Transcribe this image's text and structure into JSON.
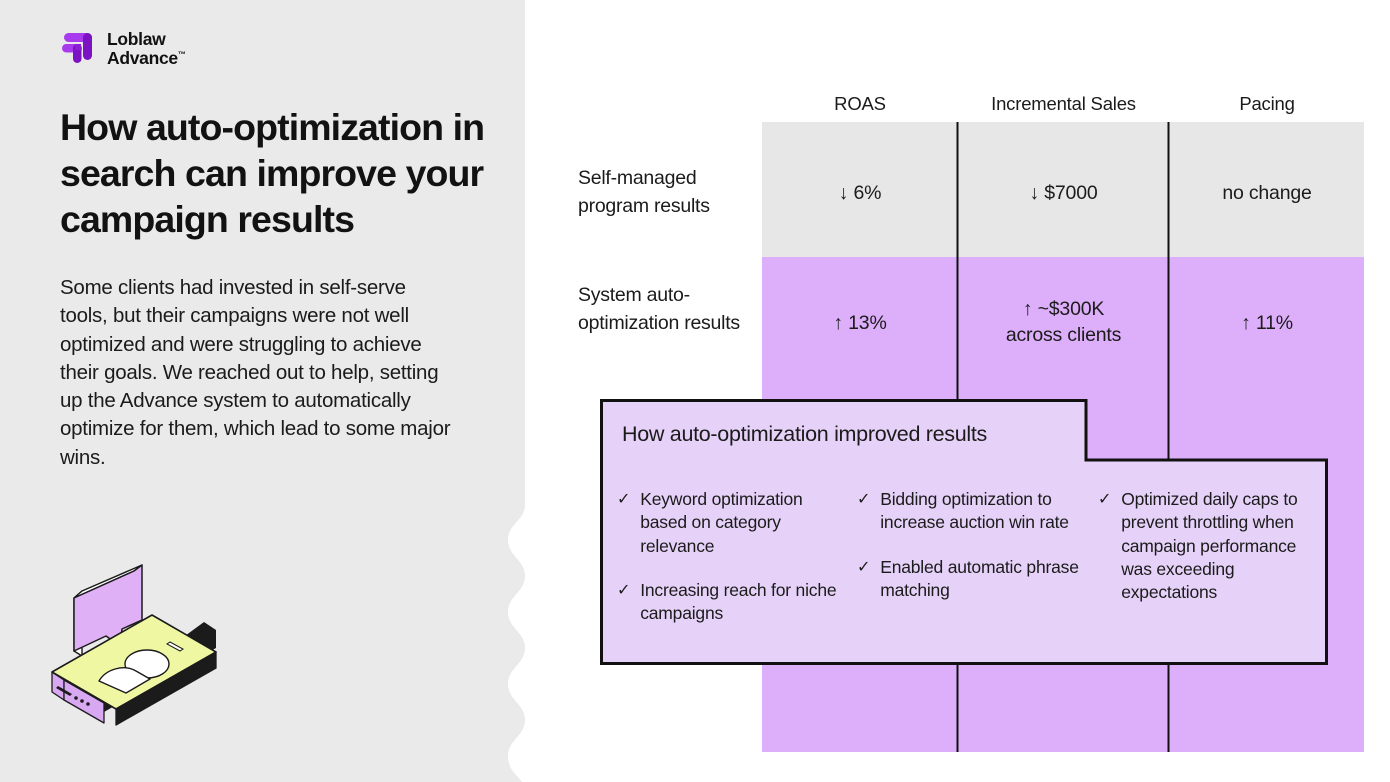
{
  "brand": {
    "logo_icon": "loblaw-advance-logo-mark",
    "name_line1": "Loblaw",
    "name_line2": "Advance",
    "trademark": "™",
    "purple_dark": "#8B20D6",
    "purple_mid": "#A93BEE",
    "purple_light": "#C06BF5"
  },
  "left": {
    "headline": "How auto-optimization in search can improve your campaign results",
    "body": "Some clients had invested in self-serve tools, but their campaigns were not well optimized and were struggling to achieve their goals. We reached out to help, setting up the Advance system to automatically optimize for them, which lead to some major wins.",
    "panel_bg": "#EAEAEA",
    "illustration_name": "isometric-phone-with-speech-bubble"
  },
  "table": {
    "column_headers": [
      "ROAS",
      "Incremental Sales",
      "Pacing"
    ],
    "rows": [
      {
        "label": "Self-managed program results",
        "bg": "#E7E7E7",
        "cells": [
          {
            "text": "↓ 6%",
            "direction": "down"
          },
          {
            "text": "↓ $7000",
            "direction": "down"
          },
          {
            "text": "no change",
            "direction": "flat"
          }
        ]
      },
      {
        "label": "System auto-optimization results",
        "bg": "#DDAEFA",
        "cells": [
          {
            "text": "↑ 13%",
            "direction": "up"
          },
          {
            "text": "↑ ~$300K\nacross clients",
            "line1": "↑ ~$300K",
            "line2": "across clients",
            "direction": "up"
          },
          {
            "text": "↑ 11%",
            "direction": "up"
          }
        ]
      }
    ]
  },
  "callout": {
    "title": "How auto-optimization improved results",
    "fill": "#E6D2F8",
    "border": "#111111",
    "check_glyph": "✓",
    "columns": [
      {
        "items": [
          "Keyword optimization based on category relevance",
          "Increasing reach for niche campaigns"
        ]
      },
      {
        "items": [
          "Bidding optimization to increase auction win rate",
          "Enabled automatic phrase matching"
        ]
      },
      {
        "items": [
          "Optimized daily caps to prevent throttling when campaign performance was exceeding expectations"
        ]
      }
    ]
  }
}
